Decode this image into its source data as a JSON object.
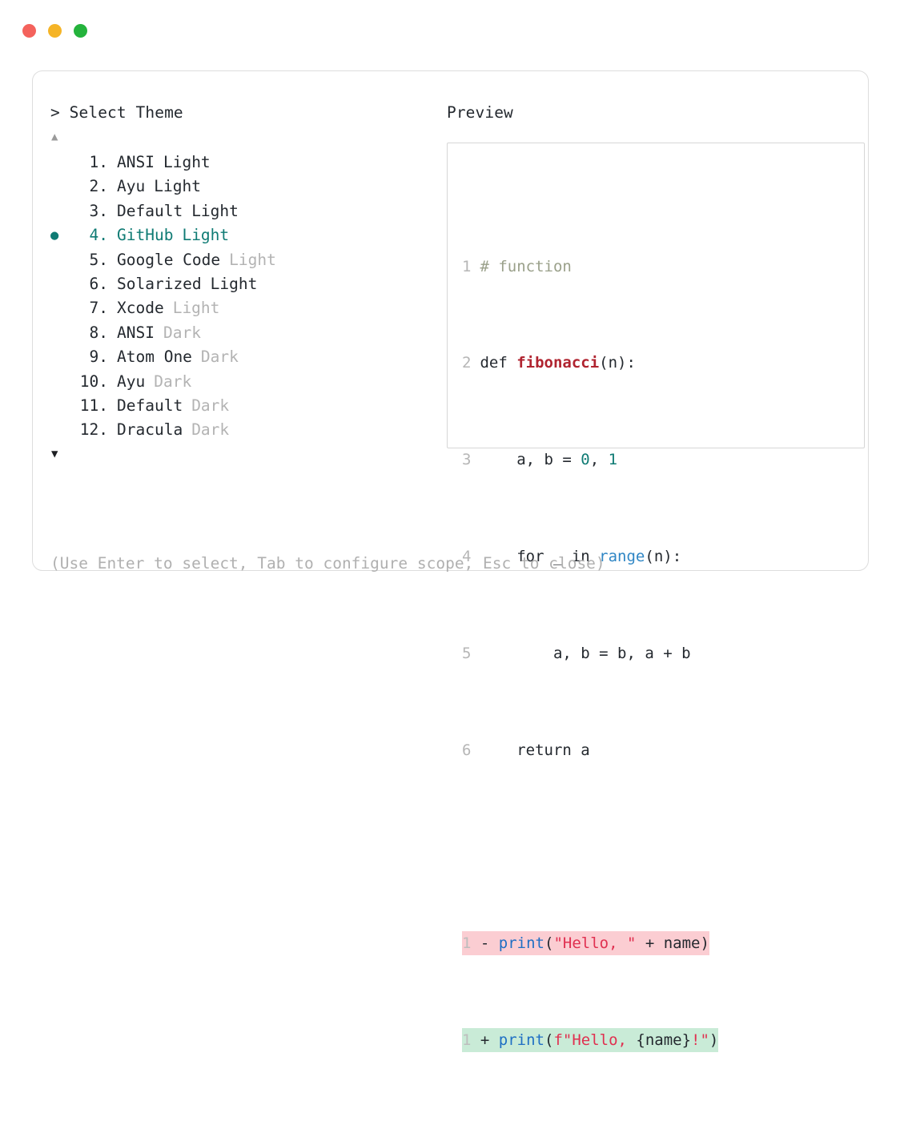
{
  "window": {
    "traffic_lights": [
      {
        "name": "close-button",
        "color": "#F4625C"
      },
      {
        "name": "minimize-button",
        "color": "#F5B427"
      },
      {
        "name": "maximize-button",
        "color": "#24B33C"
      }
    ]
  },
  "left_panel": {
    "prompt": "> Select Theme",
    "scroll_up": "▲",
    "scroll_down": "▼",
    "selected_bullet": "●",
    "selected_index": 4,
    "accent_color": "#0f7b74",
    "items": [
      {
        "index": "1.",
        "name": "ANSI",
        "variant": "Light",
        "variant_dim": false,
        "selected": false
      },
      {
        "index": "2.",
        "name": "Ayu",
        "variant": "Light",
        "variant_dim": false,
        "selected": false
      },
      {
        "index": "3.",
        "name": "Default",
        "variant": "Light",
        "variant_dim": false,
        "selected": false
      },
      {
        "index": "4.",
        "name": "GitHub",
        "variant": "Light",
        "variant_dim": false,
        "selected": true
      },
      {
        "index": "5.",
        "name": "Google Code",
        "variant": "Light",
        "variant_dim": true,
        "selected": false
      },
      {
        "index": "6.",
        "name": "Solarized",
        "variant": "Light",
        "variant_dim": false,
        "selected": false
      },
      {
        "index": "7.",
        "name": "Xcode",
        "variant": "Light",
        "variant_dim": true,
        "selected": false
      },
      {
        "index": "8.",
        "name": "ANSI",
        "variant": "Dark",
        "variant_dim": true,
        "selected": false
      },
      {
        "index": "9.",
        "name": "Atom One",
        "variant": "Dark",
        "variant_dim": true,
        "selected": false
      },
      {
        "index": "10.",
        "name": "Ayu",
        "variant": "Dark",
        "variant_dim": true,
        "selected": false
      },
      {
        "index": "11.",
        "name": "Default",
        "variant": "Dark",
        "variant_dim": true,
        "selected": false
      },
      {
        "index": "12.",
        "name": "Dracula",
        "variant": "Dark",
        "variant_dim": true,
        "selected": false
      }
    ]
  },
  "right_panel": {
    "heading": "Preview",
    "code": {
      "lines": [
        {
          "ln": "1",
          "text": "# function"
        },
        {
          "ln": "2",
          "text": "def fibonacci(n):"
        },
        {
          "ln": "3",
          "text": "    a, b = 0, 1"
        },
        {
          "ln": "4",
          "text": "    for _ in range(n):"
        },
        {
          "ln": "5",
          "text": "        a, b = b, a + b"
        },
        {
          "ln": "6",
          "text": "    return a"
        }
      ],
      "diff": [
        {
          "ln": "1",
          "marker": "-",
          "text": "print(\"Hello, \" + name)",
          "kind": "deletion"
        },
        {
          "ln": "1",
          "marker": "+",
          "text": "print(f\"Hello, {name}!\")",
          "kind": "addition"
        }
      ],
      "colors": {
        "comment": "#9aa08a",
        "function_name": "#b02430",
        "number": "#0f7b74",
        "builtin": "#2f86c5",
        "string": "#e03050",
        "print_call": "#1f6fc4",
        "line_number": "#b6b6b6",
        "deletion_bg": "#fbcdd2",
        "addition_bg": "#c9ebd7"
      }
    }
  },
  "footer": {
    "hint": "(Use Enter to select, Tab to configure scope, Esc to close)"
  },
  "code_tokens": {
    "l1_hash": "# function",
    "l2_def": "def ",
    "l2_fn": "fibonacci",
    "l2_tail": "(n):",
    "l3_pre": "    a, b = ",
    "l3_zero": "0",
    "l3_mid": ", ",
    "l3_one": "1",
    "l4_pre": "    for _ in ",
    "l4_range": "range",
    "l4_tail": "(n):",
    "l5": "        a, b = b, a + b",
    "l6": "    return a",
    "d1_ln": "1",
    "d1_marker": " - ",
    "d1_print": "print",
    "d1_p1": "(",
    "d1_str": "\"Hello, \"",
    "d1_mid": " + name",
    "d1_p2": ")",
    "d2_ln": "1",
    "d2_marker": " + ",
    "d2_print": "print",
    "d2_p1": "(",
    "d2_str": "f\"Hello, ",
    "d2_brace": "{name}",
    "d2_str2": "!\"",
    "d2_p2": ")"
  }
}
